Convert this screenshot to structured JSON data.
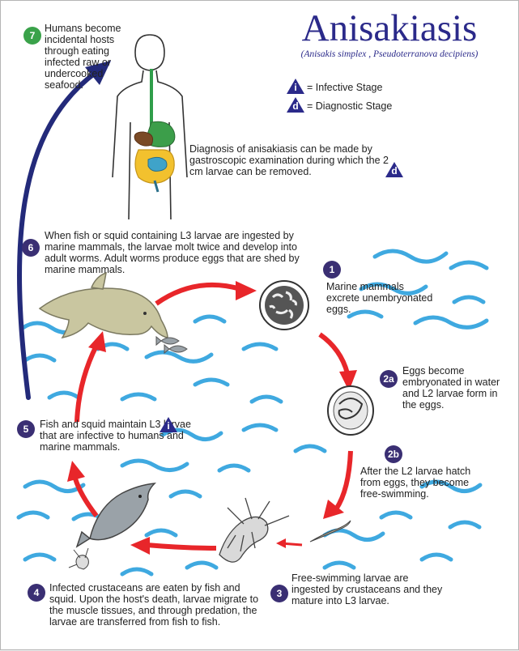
{
  "title": "Anisakiasis",
  "subtitle": "(Anisakis simplex , Pseudoterranova decipiens)",
  "legend": {
    "infective": {
      "symbol": "i",
      "label": "= Infective Stage"
    },
    "diagnostic": {
      "symbol": "d",
      "label": "= Diagnostic Stage"
    }
  },
  "diagnosis_text": "Diagnosis of anisakiasis can be made by gastroscopic examination during which the 2 cm larvae can be removed.",
  "diagnosis_symbol": "d",
  "stages": {
    "s7": {
      "num": "7",
      "text": "Humans become incidental hosts through eating infected raw or undercooked seafood."
    },
    "s6": {
      "num": "6",
      "text": "When fish or squid containing L3 larvae are ingested by marine mammals, the larvae molt twice and develop into adult worms.  Adult worms produce eggs that are shed by marine mammals."
    },
    "s1": {
      "num": "1",
      "text": "Marine mammals excrete unembryonated eggs."
    },
    "s2a": {
      "num": "2a",
      "text": "Eggs become embryonated in water and L2 larvae form in the eggs."
    },
    "s2b": {
      "num": "2b",
      "text": "After the L2 larvae hatch from eggs, they become free-swimming."
    },
    "s3": {
      "num": "3",
      "text": "Free-swimming larvae are ingested by crustaceans and they mature into L3 larvae."
    },
    "s4": {
      "num": "4",
      "text": "Infected crustaceans are eaten by fish and squid.  Upon the host's death, larvae migrate to the muscle tissues, and through predation, the larvae are transferred from fish to fish."
    },
    "s5": {
      "num": "5",
      "text": "Fish and squid maintain L3 larvae that are infective to humans and marine mammals.",
      "symbol": "i"
    }
  },
  "colors": {
    "title": "#2b2a8a",
    "badge": "#3a2f73",
    "badge_green": "#3aa24a",
    "arrow_red": "#e8262a",
    "arrow_blue": "#232a7a",
    "wave": "#3fa9e0",
    "dolphin": "#c9c6a0",
    "fish": "#9aa2a8"
  }
}
